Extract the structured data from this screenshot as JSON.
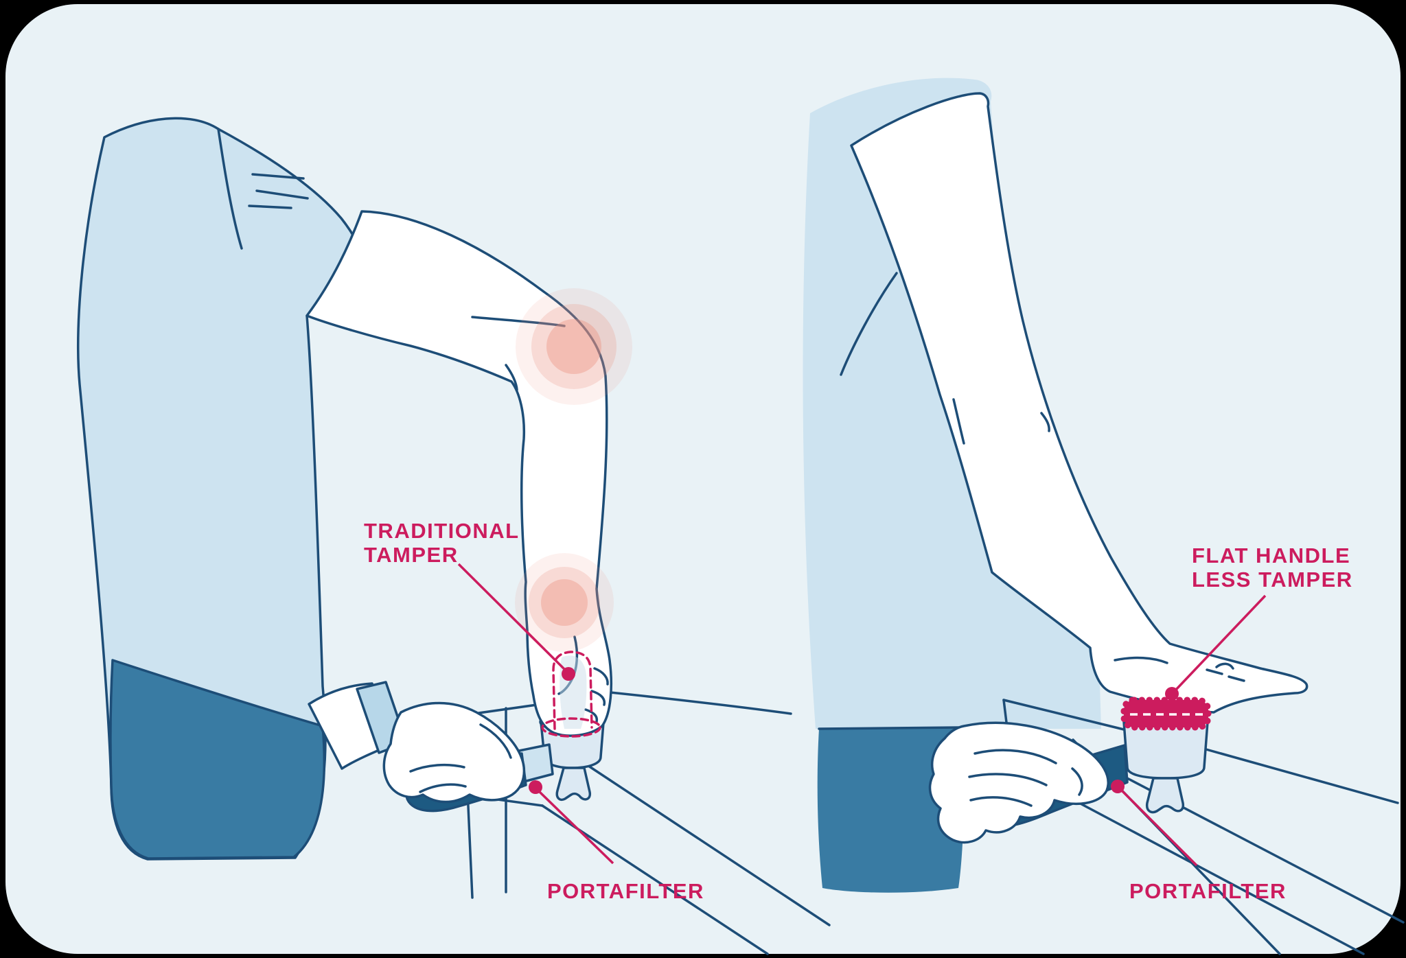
{
  "colors": {
    "canvas": "#000000",
    "background_panel": "#e9f2f6",
    "outline_navy": "#1d4d77",
    "shirt_light_blue": "#cde3f0",
    "torso_dark_teal": "#397ba3",
    "handle_dark_blue": "#1d5a82",
    "arm_white": "#ffffff",
    "portafilter_fill": "#dce9f3",
    "portafilter_rim": "#eef5fa",
    "wristband_blue": "#b7d7e9",
    "accent_crimson": "#cc1c5e",
    "pain_glow": "#ec9180"
  },
  "left_panel": {
    "tamper_label_line1": "TRADITIONAL",
    "tamper_label_line2": "TAMPER",
    "portafilter_label": "PORTAFILTER"
  },
  "right_panel": {
    "tamper_label_line1": "FLAT HANDLE",
    "tamper_label_line2": "LESS TAMPER",
    "portafilter_label": "PORTAFILTER"
  }
}
